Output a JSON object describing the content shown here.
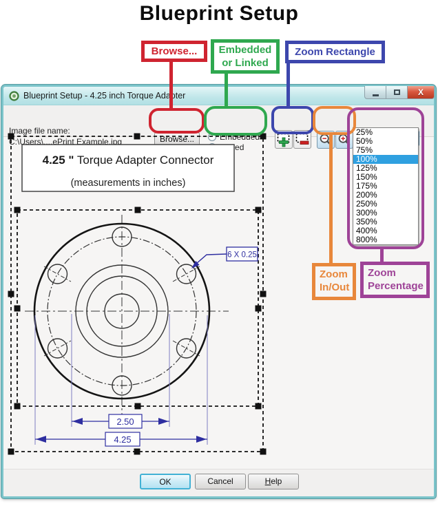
{
  "page_title": "Blueprint Setup",
  "callouts": {
    "browse": "Browse...",
    "embedded_line1": "Embedded",
    "embedded_line2": "or Linked",
    "zoom_rectangle": "Zoom Rectangle",
    "zoom_in_out_line1": "Zoom",
    "zoom_in_out_line2": "In/Out",
    "zoom_percentage_line1": "Zoom",
    "zoom_percentage_line2": "Percentage"
  },
  "dialog": {
    "title": "Blueprint Setup - 4.25 inch Torque Adapter",
    "toolbar": {
      "image_file_label": "Image file name:",
      "image_file_path": "C:\\Users\\....ePrint Example.jpg",
      "browse_button": "Browse...",
      "radio_embedded": "Embedded",
      "radio_linked": "Linked",
      "zoom_value": "100%"
    },
    "zoom_options": [
      "25%",
      "50%",
      "75%",
      "100%",
      "125%",
      "150%",
      "175%",
      "200%",
      "250%",
      "300%",
      "350%",
      "400%",
      "800%"
    ],
    "zoom_selected": "100%",
    "buttons": {
      "ok": "OK",
      "cancel": "Cancel",
      "help": "Help"
    }
  },
  "drawing": {
    "title_bold": "4.25 \"",
    "title_rest": " Torque Adapter Connector",
    "subtitle": "(measurements in inches)",
    "hole_note": "6 X 0.25",
    "dim_inner": "2.50",
    "dim_outer": "4.25"
  },
  "colors": {
    "callout_red": "#cf2430",
    "callout_green": "#2fa84f",
    "callout_blue": "#3d47ad",
    "callout_orange": "#e8873b",
    "callout_purple": "#9e4397",
    "titlebar_teal": "#bfe6e9",
    "dialog_border": "#7cc4ca",
    "selection_blue": "#2fa0e0",
    "drawing_blue": "#2e2ea0"
  }
}
